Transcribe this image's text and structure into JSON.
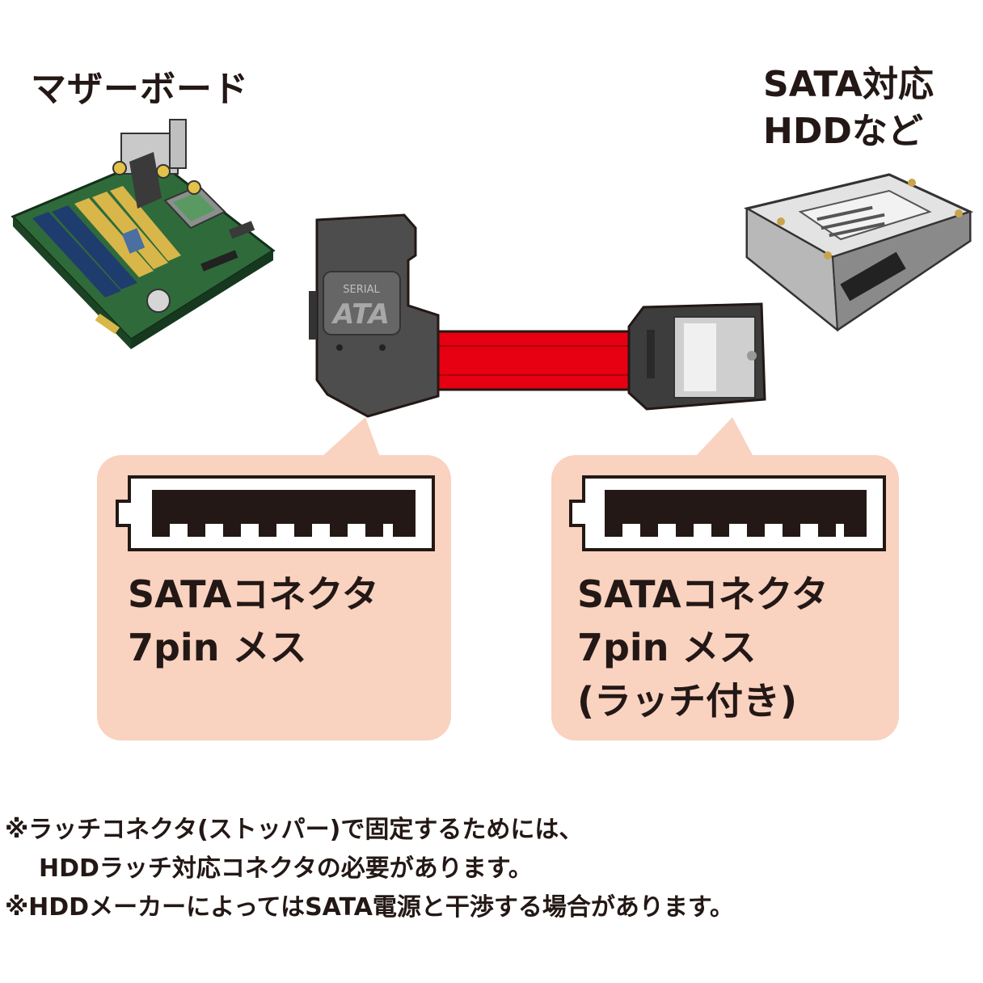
{
  "labels": {
    "motherboard": "マザーボード",
    "hdd_line1": "SATA対応",
    "hdd_line2": "HDDなど"
  },
  "connector_logo": {
    "top": "SERIAL",
    "bottom": "ATA"
  },
  "left_bubble": {
    "line1": "SATAコネクタ",
    "line2": "7pin メス"
  },
  "right_bubble": {
    "line1": "SATAコネクタ",
    "line2": "7pin メス",
    "line3": "(ラッチ付き)"
  },
  "notes": {
    "note1_line1": "※ラッチコネクタ(ストッパー)で固定するためには、",
    "note1_line2": "HDDラッチ対応コネクタの必要があります。",
    "note2": "※HDDメーカーによってはSATA電源と干渉する場合があります。"
  },
  "colors": {
    "bubble": "#f9d2c0",
    "cable": "#e60012",
    "connector": "#4d4d4d",
    "pcb": "#2f6b3a",
    "text": "#231815"
  },
  "icons": {
    "motherboard": "motherboard-illustration",
    "hdd": "hard-disk-illustration",
    "pin_diagram": "sata-7pin-outline"
  }
}
